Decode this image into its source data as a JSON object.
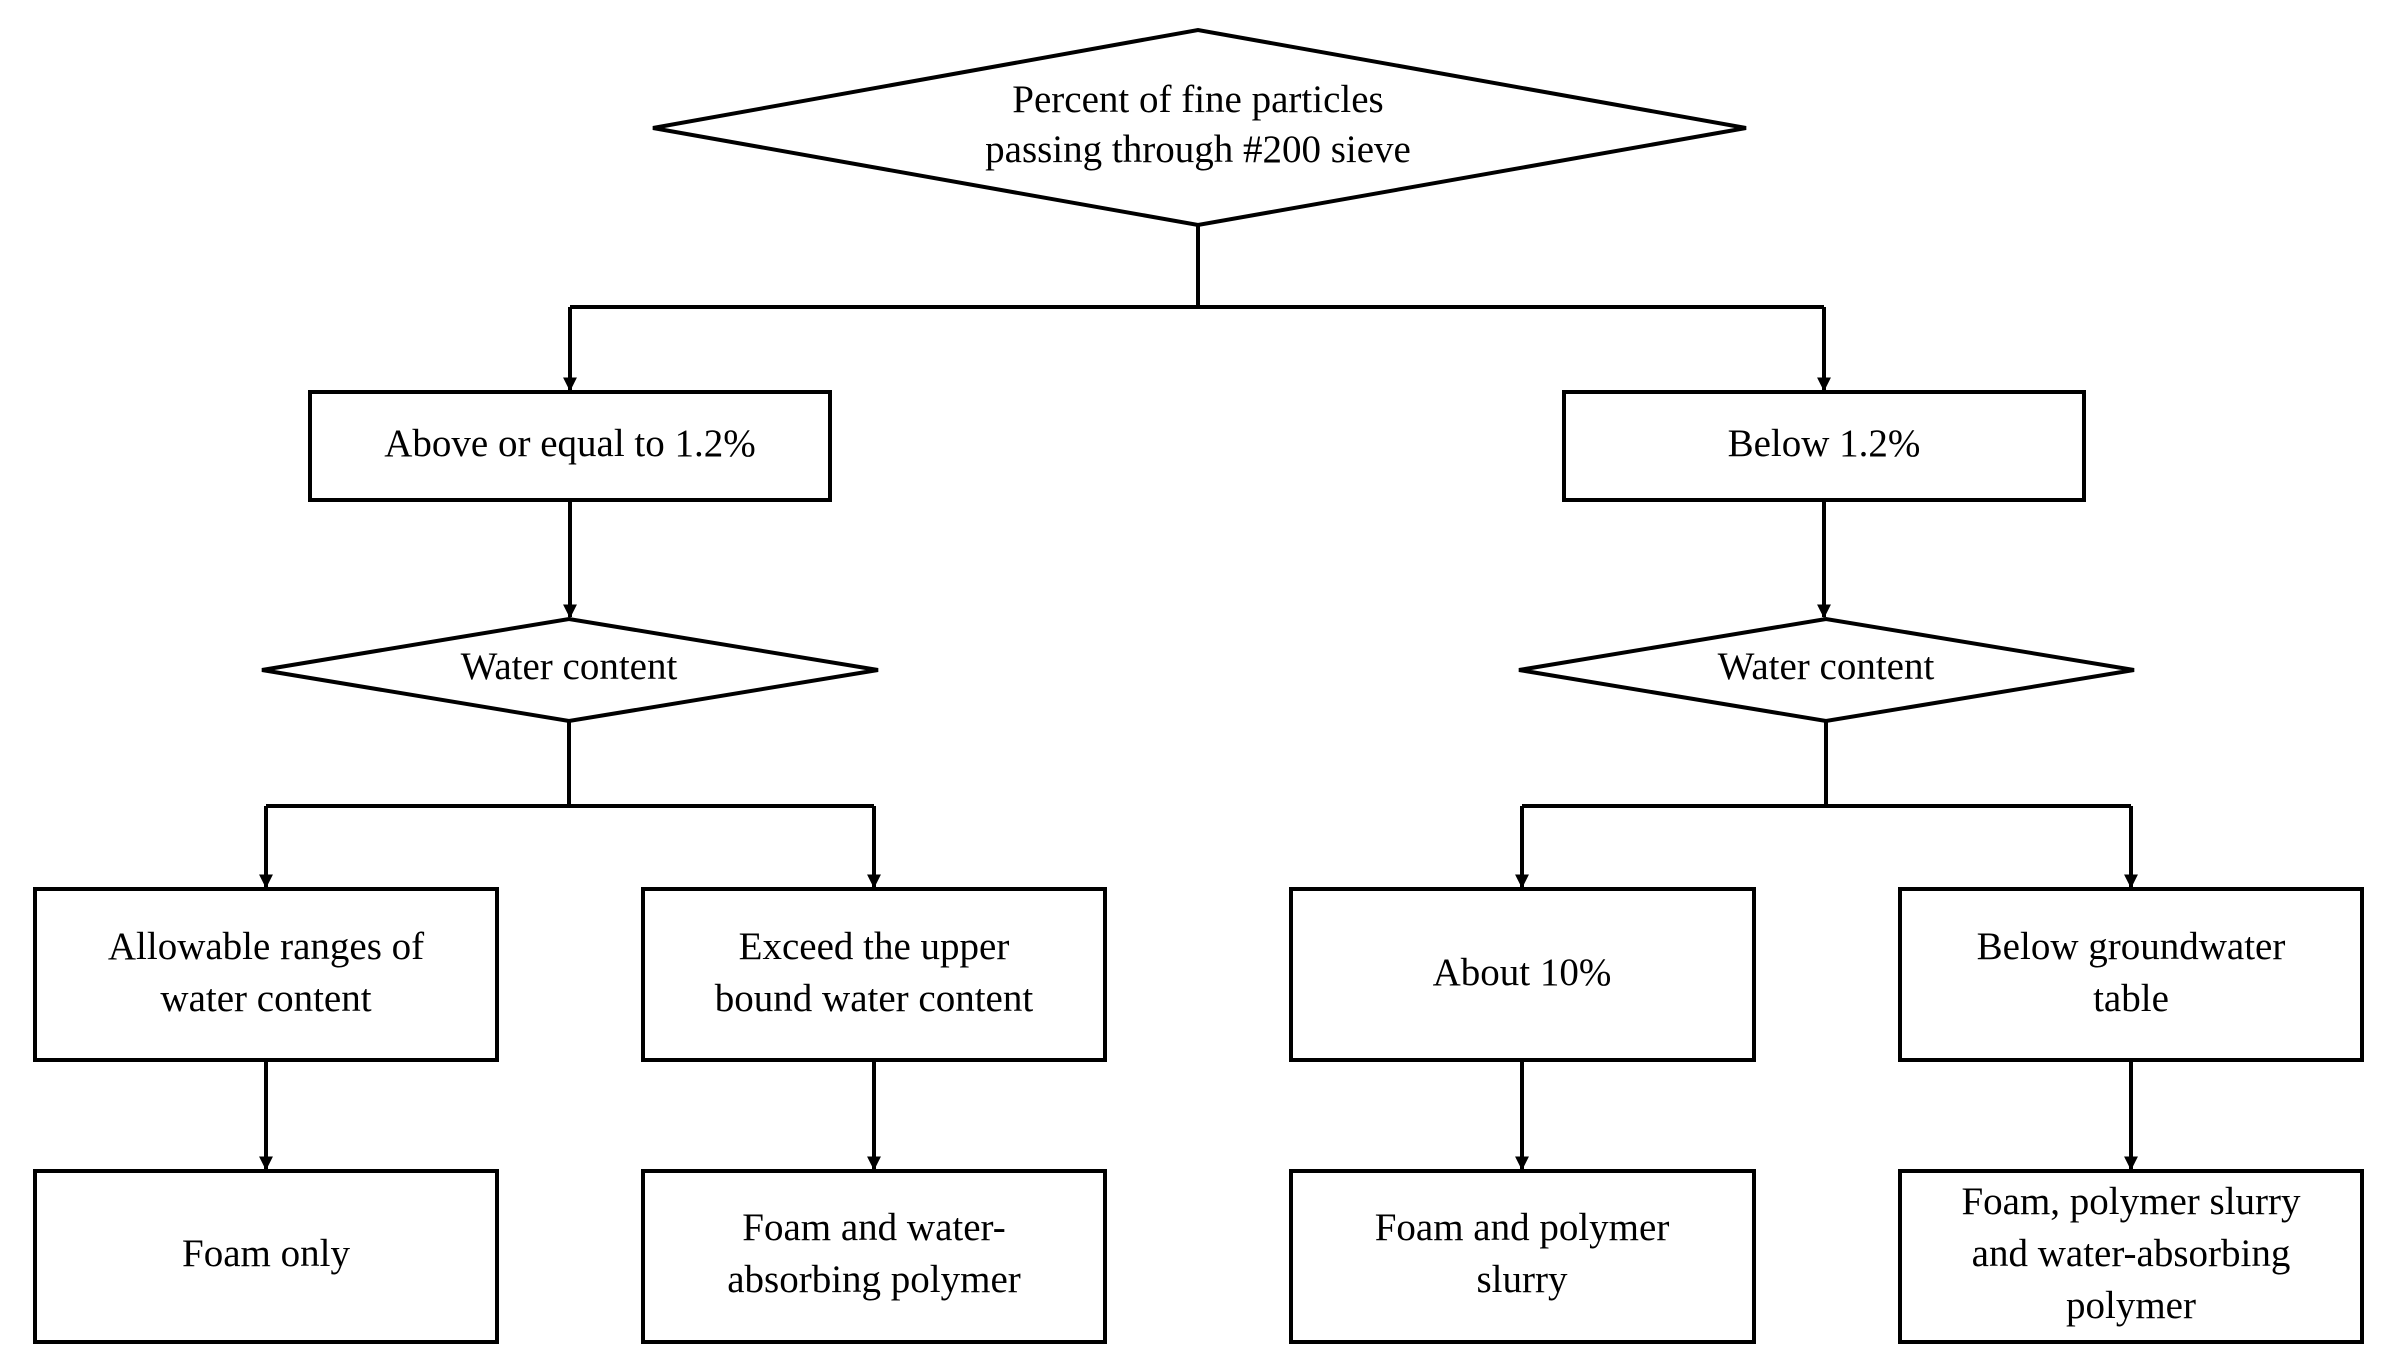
{
  "diagram": {
    "root": {
      "lines": [
        "Percent of fine particles",
        "passing through #200 sieve"
      ]
    },
    "left_branch": {
      "condition": {
        "lines": [
          "Above or equal to 1.2%"
        ]
      },
      "decision": {
        "lines": [
          "Water content"
        ]
      },
      "cases": [
        {
          "condition": {
            "lines": [
              "Allowable ranges of",
              "water content"
            ]
          },
          "result": {
            "lines": [
              "Foam only"
            ]
          }
        },
        {
          "condition": {
            "lines": [
              "Exceed the upper",
              "bound water content"
            ]
          },
          "result": {
            "lines": [
              "Foam and water-",
              "absorbing polymer"
            ]
          }
        }
      ]
    },
    "right_branch": {
      "condition": {
        "lines": [
          "Below 1.2%"
        ]
      },
      "decision": {
        "lines": [
          "Water content"
        ]
      },
      "cases": [
        {
          "condition": {
            "lines": [
              "About 10%"
            ]
          },
          "result": {
            "lines": [
              "Foam and polymer",
              "slurry"
            ]
          }
        },
        {
          "condition": {
            "lines": [
              "Below groundwater",
              "table"
            ]
          },
          "result": {
            "lines": [
              "Foam, polymer slurry",
              "and water-absorbing",
              "polymer"
            ]
          }
        }
      ]
    }
  }
}
